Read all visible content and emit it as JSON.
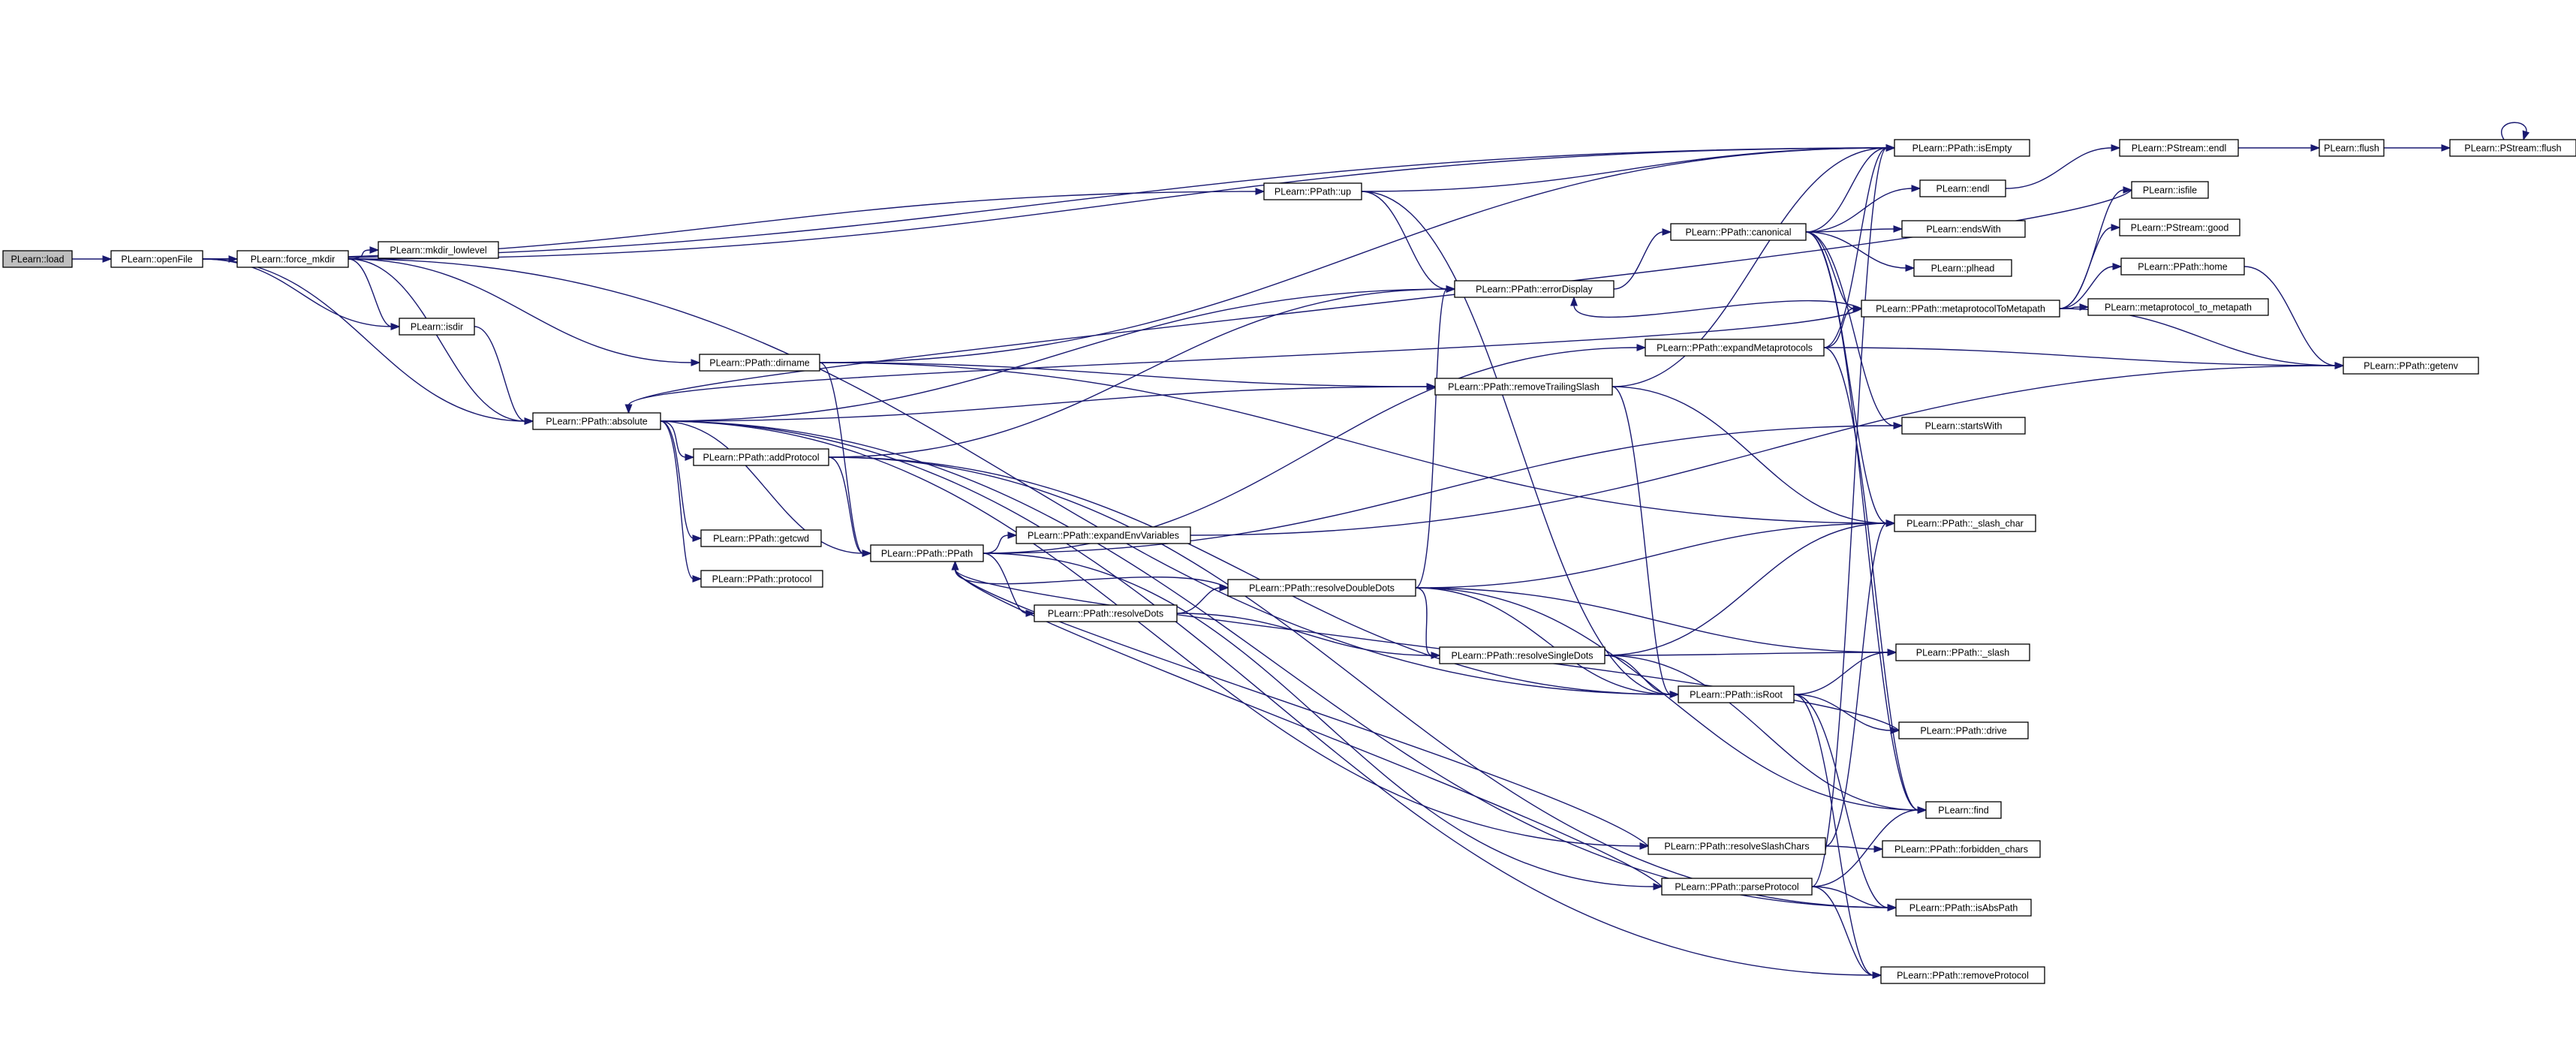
{
  "graph": {
    "edge_color": "#191970",
    "root_fill": "#bfbfbf",
    "nodes": {
      "load": "PLearn::load",
      "openFile": "PLearn::openFile",
      "force_mkdir": "PLearn::force_mkdir",
      "mkdir_lowlevel": "PLearn::mkdir_lowlevel",
      "isdir": "PLearn::isdir",
      "absolute": "PLearn::PPath::absolute",
      "dirname": "PLearn::PPath::dirname",
      "addProtocol": "PLearn::PPath::addProtocol",
      "getcwd": "PLearn::PPath::getcwd",
      "protocol": "PLearn::PPath::protocol",
      "PPath": "PLearn::PPath::PPath",
      "expandEnvVariables": "PLearn::PPath::expandEnvVariables",
      "resolveDots": "PLearn::PPath::resolveDots",
      "resolveDoubleDots": "PLearn::PPath::resolveDoubleDots",
      "up": "PLearn::PPath::up",
      "errorDisplay": "PLearn::PPath::errorDisplay",
      "removeTrailingSlash": "PLearn::PPath::removeTrailingSlash",
      "resolveSingleDots": "PLearn::PPath::resolveSingleDots",
      "canonical": "PLearn::PPath::canonical",
      "expandMetaprotocols": "PLearn::PPath::expandMetaprotocols",
      "isRoot": "PLearn::PPath::isRoot",
      "resolveSlashChars": "PLearn::PPath::resolveSlashChars",
      "parseProtocol": "PLearn::PPath::parseProtocol",
      "isEmpty": "PLearn::PPath::isEmpty",
      "endl": "PLearn::endl",
      "endsWith": "PLearn::endsWith",
      "plhead": "PLearn::plhead",
      "metaprotocolToMetapath": "PLearn::PPath::metaprotocolToMetapath",
      "startsWith": "PLearn::startsWith",
      "slash_char": "PLearn::PPath::_slash_char",
      "slash": "PLearn::PPath::_slash",
      "drive": "PLearn::PPath::drive",
      "find": "PLearn::find",
      "forbidden_chars": "PLearn::PPath::forbidden_chars",
      "isAbsPath": "PLearn::PPath::isAbsPath",
      "removeProtocol": "PLearn::PPath::removeProtocol",
      "pstream_endl": "PLearn::PStream::endl",
      "isfile": "PLearn::isfile",
      "pstream_good": "PLearn::PStream::good",
      "home": "PLearn::PPath::home",
      "metaprotocol_to_metapath": "PLearn::metaprotocol_to_metapath",
      "getenv": "PLearn::PPath::getenv",
      "flush": "PLearn::flush",
      "pstream_flush": "PLearn::PStream::flush"
    },
    "edges": [
      [
        "load",
        "openFile"
      ],
      [
        "openFile",
        "force_mkdir"
      ],
      [
        "openFile",
        "isdir"
      ],
      [
        "openFile",
        "absolute"
      ],
      [
        "openFile",
        "isEmpty"
      ],
      [
        "openFile",
        "up"
      ],
      [
        "force_mkdir",
        "mkdir_lowlevel"
      ],
      [
        "force_mkdir",
        "isdir"
      ],
      [
        "force_mkdir",
        "absolute"
      ],
      [
        "force_mkdir",
        "isEmpty"
      ],
      [
        "force_mkdir",
        "dirname"
      ],
      [
        "force_mkdir",
        "isRoot"
      ],
      [
        "isdir",
        "absolute"
      ],
      [
        "absolute",
        "addProtocol"
      ],
      [
        "absolute",
        "getcwd"
      ],
      [
        "absolute",
        "protocol"
      ],
      [
        "absolute",
        "PPath"
      ],
      [
        "absolute",
        "removeTrailingSlash"
      ],
      [
        "absolute",
        "errorDisplay"
      ],
      [
        "absolute",
        "isAbsPath"
      ],
      [
        "absolute",
        "removeProtocol"
      ],
      [
        "absolute",
        "resolveSlashChars"
      ],
      [
        "dirname",
        "PPath"
      ],
      [
        "dirname",
        "removeTrailingSlash"
      ],
      [
        "dirname",
        "isEmpty"
      ],
      [
        "dirname",
        "slash_char"
      ],
      [
        "addProtocol",
        "PPath"
      ],
      [
        "addProtocol",
        "errorDisplay"
      ],
      [
        "addProtocol",
        "isAbsPath"
      ],
      [
        "addProtocol",
        "isRoot"
      ],
      [
        "PPath",
        "expandEnvVariables"
      ],
      [
        "PPath",
        "resolveDots"
      ],
      [
        "PPath",
        "expandMetaprotocols"
      ],
      [
        "PPath",
        "startsWith"
      ],
      [
        "PPath",
        "parseProtocol"
      ],
      [
        "expandEnvVariables",
        "getenv"
      ],
      [
        "resolveDots",
        "resolveDoubleDots"
      ],
      [
        "resolveDots",
        "resolveSingleDots"
      ],
      [
        "resolveDoubleDots",
        "PPath"
      ],
      [
        "resolveDoubleDots",
        "errorDisplay"
      ],
      [
        "resolveDoubleDots",
        "slash_char"
      ],
      [
        "resolveDoubleDots",
        "slash"
      ],
      [
        "resolveDoubleDots",
        "resolveSingleDots"
      ],
      [
        "resolveDoubleDots",
        "isRoot"
      ],
      [
        "resolveDoubleDots",
        "find"
      ],
      [
        "up",
        "isEmpty"
      ],
      [
        "up",
        "errorDisplay"
      ],
      [
        "up",
        "isRoot"
      ],
      [
        "errorDisplay",
        "canonical"
      ],
      [
        "removeTrailingSlash",
        "isEmpty"
      ],
      [
        "removeTrailingSlash",
        "slash_char"
      ],
      [
        "removeTrailingSlash",
        "isRoot"
      ],
      [
        "resolveSingleDots",
        "slash_char"
      ],
      [
        "resolveSingleDots",
        "slash"
      ],
      [
        "resolveSingleDots",
        "isRoot"
      ],
      [
        "resolveSingleDots",
        "find"
      ],
      [
        "canonical",
        "isEmpty"
      ],
      [
        "canonical",
        "endl"
      ],
      [
        "canonical",
        "endsWith"
      ],
      [
        "canonical",
        "plhead"
      ],
      [
        "canonical",
        "metaprotocolToMetapath"
      ],
      [
        "canonical",
        "startsWith"
      ],
      [
        "canonical",
        "slash_char"
      ],
      [
        "canonical",
        "find"
      ],
      [
        "expandMetaprotocols",
        "isEmpty"
      ],
      [
        "expandMetaprotocols",
        "metaprotocolToMetapath"
      ],
      [
        "expandMetaprotocols",
        "getenv"
      ],
      [
        "expandMetaprotocols",
        "find"
      ],
      [
        "isRoot",
        "slash"
      ],
      [
        "isRoot",
        "drive"
      ],
      [
        "isRoot",
        "isAbsPath"
      ],
      [
        "isRoot",
        "removeProtocol"
      ],
      [
        "resolveSlashChars",
        "PPath"
      ],
      [
        "resolveSlashChars",
        "slash_char"
      ],
      [
        "resolveSlashChars",
        "forbidden_chars"
      ],
      [
        "parseProtocol",
        "PPath"
      ],
      [
        "parseProtocol",
        "find"
      ],
      [
        "parseProtocol",
        "isAbsPath"
      ],
      [
        "parseProtocol",
        "removeProtocol"
      ],
      [
        "parseProtocol",
        "isEmpty"
      ],
      [
        "drive",
        "PPath"
      ],
      [
        "endl",
        "pstream_endl"
      ],
      [
        "metaprotocolToMetapath",
        "errorDisplay"
      ],
      [
        "metaprotocolToMetapath",
        "isfile"
      ],
      [
        "metaprotocolToMetapath",
        "pstream_good"
      ],
      [
        "metaprotocolToMetapath",
        "home"
      ],
      [
        "metaprotocolToMetapath",
        "metaprotocol_to_metapath"
      ],
      [
        "metaprotocolToMetapath",
        "getenv"
      ],
      [
        "metaprotocolToMetapath",
        "absolute"
      ],
      [
        "home",
        "getenv"
      ],
      [
        "isfile",
        "absolute"
      ],
      [
        "pstream_endl",
        "flush"
      ],
      [
        "flush",
        "pstream_flush"
      ],
      [
        "pstream_flush",
        "pstream_flush"
      ]
    ]
  }
}
